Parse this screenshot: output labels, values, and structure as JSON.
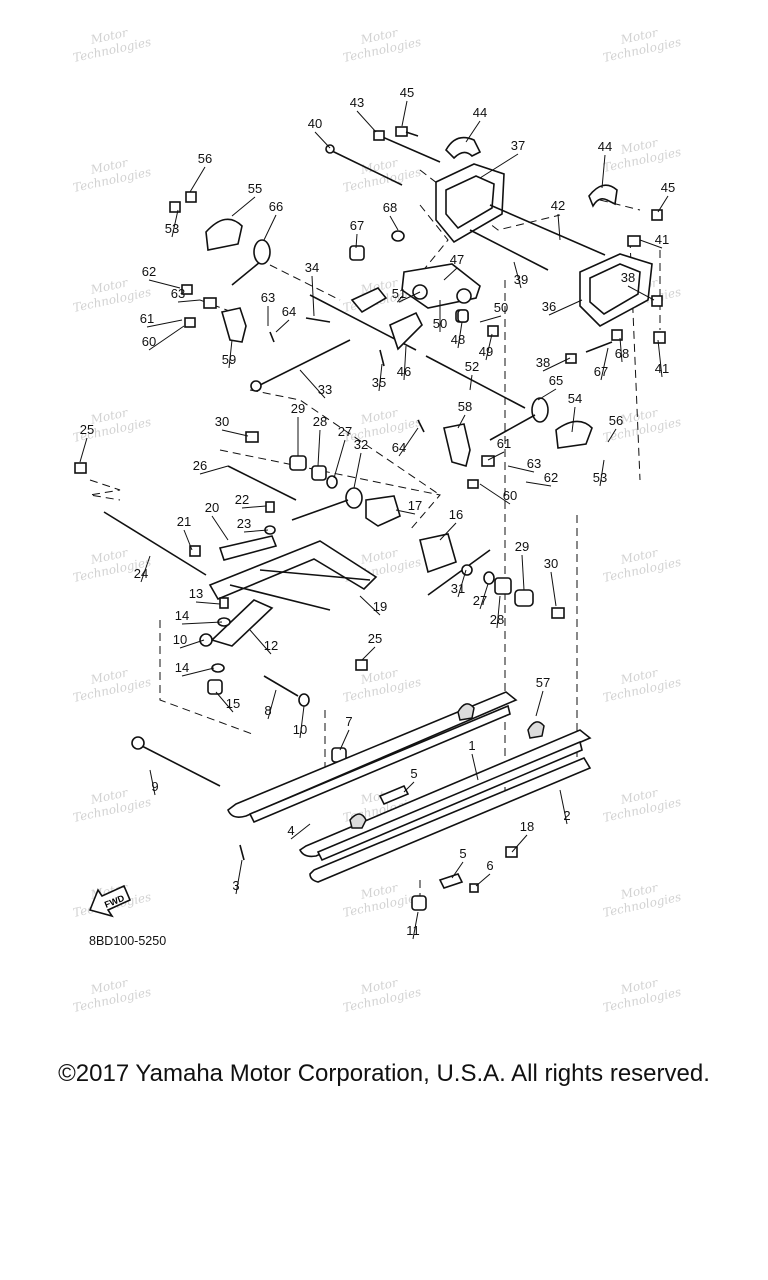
{
  "drawing_code": "8BD100-5250",
  "copyright": "©2017 Yamaha Motor Corporation, U.S.A. All rights reserved.",
  "fwd_label": "FWD",
  "watermark": [
    "Motor",
    "Technologies"
  ],
  "callouts": [
    "1",
    "2",
    "3",
    "4",
    "5",
    "5",
    "6",
    "7",
    "8",
    "9",
    "10",
    "10",
    "11",
    "12",
    "13",
    "14",
    "14",
    "15",
    "16",
    "17",
    "18",
    "19",
    "20",
    "21",
    "22",
    "23",
    "24",
    "25",
    "25",
    "26",
    "27",
    "27",
    "28",
    "28",
    "29",
    "29",
    "30",
    "30",
    "31",
    "32",
    "33",
    "34",
    "35",
    "36",
    "37",
    "38",
    "38",
    "39",
    "40",
    "41",
    "41",
    "42",
    "43",
    "44",
    "44",
    "45",
    "45",
    "46",
    "47",
    "48",
    "49",
    "50",
    "50",
    "51",
    "52",
    "53",
    "53",
    "54",
    "55",
    "56",
    "56",
    "57",
    "58",
    "59",
    "60",
    "60",
    "61",
    "61",
    "62",
    "62",
    "63",
    "63",
    "63",
    "64",
    "64",
    "65",
    "66",
    "67",
    "67",
    "68",
    "68"
  ]
}
